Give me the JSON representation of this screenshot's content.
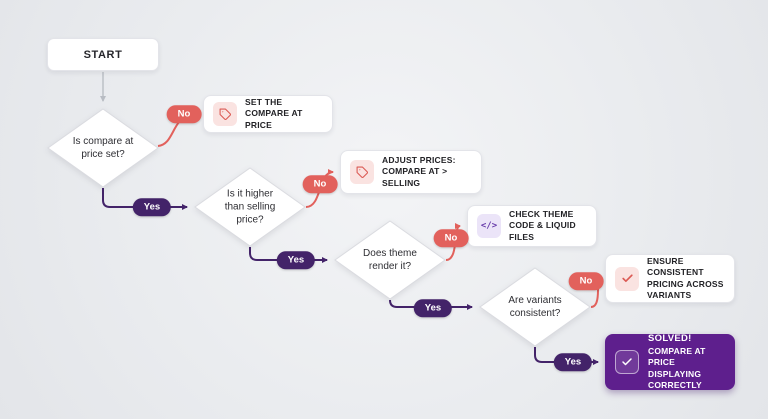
{
  "flow": {
    "start": {
      "label": "START"
    },
    "decisions": [
      {
        "id": "d1",
        "label": "Is compare at price set?"
      },
      {
        "id": "d2",
        "label": "Is it higher than selling price?"
      },
      {
        "id": "d3",
        "label": "Does theme render it?"
      },
      {
        "id": "d4",
        "label": "Are variants consistent?"
      }
    ],
    "actions": [
      {
        "id": "a1",
        "label": "SET THE COMPARE AT PRICE",
        "icon": "tag-icon"
      },
      {
        "id": "a2",
        "label": "ADJUST PRICES: COMPARE AT > SELLING",
        "icon": "tag-icon"
      },
      {
        "id": "a3",
        "label": "CHECK THEME CODE & LIQUID FILES",
        "icon": "code-icon",
        "code_glyph": "</>"
      },
      {
        "id": "a4",
        "label": "ENSURE CONSISTENT PRICING ACROSS VARIANTS",
        "icon": "check-icon"
      }
    ],
    "end": {
      "title": "SOLVED!",
      "subtitle": "COMPARE AT PRICE DISPLAYING CORRECTLY",
      "icon": "check-icon"
    },
    "edges": [
      {
        "from": "start",
        "to": "d1",
        "label": ""
      },
      {
        "from": "d1",
        "to": "a1",
        "label": "No"
      },
      {
        "from": "d1",
        "to": "d2",
        "label": "Yes"
      },
      {
        "from": "d2",
        "to": "a2",
        "label": "No"
      },
      {
        "from": "d2",
        "to": "d3",
        "label": "Yes"
      },
      {
        "from": "d3",
        "to": "a3",
        "label": "No"
      },
      {
        "from": "d3",
        "to": "d4",
        "label": "Yes"
      },
      {
        "from": "d4",
        "to": "a4",
        "label": "No"
      },
      {
        "from": "d4",
        "to": "end",
        "label": "Yes"
      }
    ],
    "colors": {
      "no_pill": "#e2615c",
      "yes_pill": "#432369",
      "end_background": "#5e1f8d",
      "line_gray": "#bfc3c9",
      "icon_pink_bg": "#fae3e1",
      "icon_lavender_bg": "#ebe4f8",
      "icon_red": "#db5a54",
      "icon_purple": "#6438a8"
    }
  }
}
